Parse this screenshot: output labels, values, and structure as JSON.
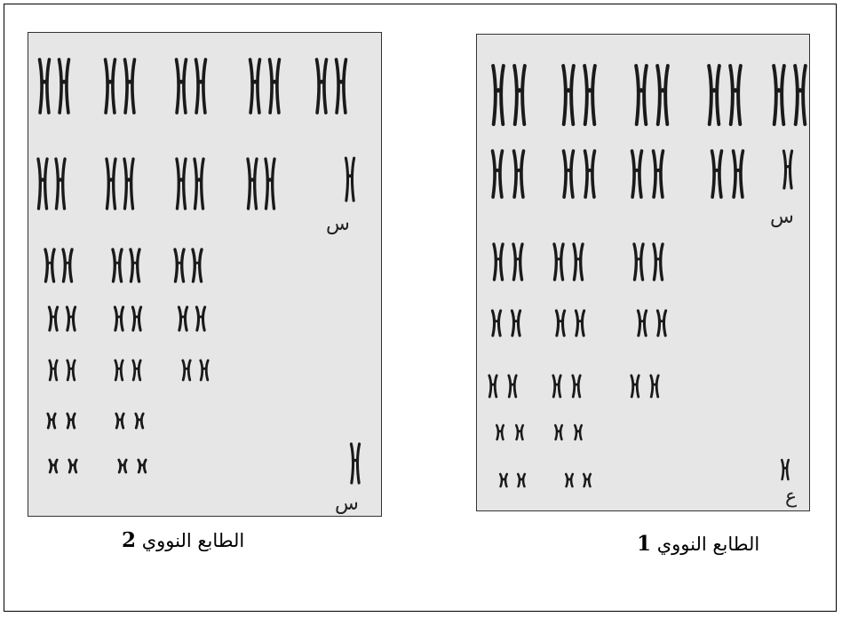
{
  "figure": {
    "karyotype_2": {
      "label_row_2_end": "س",
      "label_row_7_end": "س",
      "caption_text": "الطابع النووي",
      "caption_number": "2"
    },
    "karyotype_1": {
      "label_row_2_end": "س",
      "label_row_7_end": "ع",
      "caption_text": "الطابع النووي",
      "caption_number": "1"
    }
  },
  "colors": {
    "panel_bg": "#e6e6e6",
    "chromosome": "#1a1a1a",
    "border": "#000000"
  }
}
